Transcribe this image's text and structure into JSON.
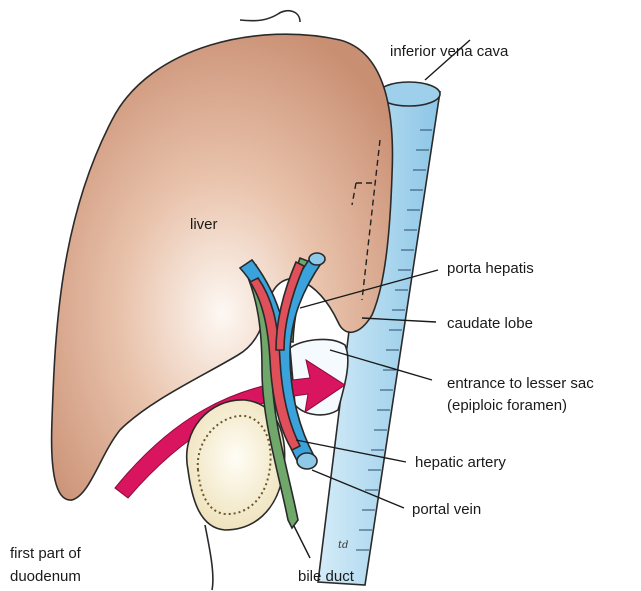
{
  "labels": {
    "inferior_vena_cava": "inferior vena cava",
    "liver": "liver",
    "porta_hepatis": "porta hepatis",
    "caudate_lobe": "caudate lobe",
    "entrance_line1": "entrance to lesser sac",
    "entrance_line2": "(epiploic foramen)",
    "hepatic_artery": "hepatic artery",
    "portal_vein": "portal vein",
    "duodenum_line1": "first part of",
    "duodenum_line2": "duodenum",
    "bile_duct": "bile duct",
    "signature": "td"
  },
  "colors": {
    "liver": "#c98f73",
    "vena_cava": "#a9d6ee",
    "portal_vein": "#3ba3db",
    "hepatic_artery": "#e0505a",
    "bile_duct": "#6fa86a",
    "arrow": "#d8155e",
    "duodenum": "#f3ecd0"
  }
}
